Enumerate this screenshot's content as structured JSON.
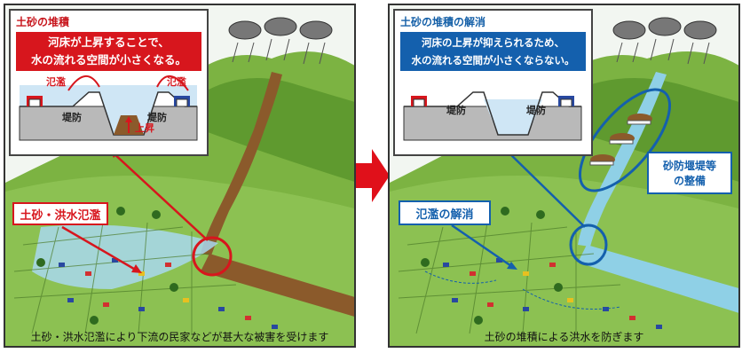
{
  "left": {
    "inset_title": "土砂の堆積",
    "banner_line1": "河床が上昇することで、",
    "banner_line2": "水の流れる空間が小さくなる。",
    "flood_label_left": "氾濫",
    "flood_label_right": "氾濫",
    "levee_left": "堤防",
    "levee_right": "堤防",
    "rise_label": "上昇",
    "callout": "土砂・洪水氾濫",
    "caption": "土砂・洪水氾濫により下流の民家などが甚大な被害を受けます",
    "colors": {
      "accent": "#d7161d"
    }
  },
  "right": {
    "inset_title": "土砂の堆積の解消",
    "banner_line1": "河床の上昇が抑えられるため、",
    "banner_line2": "水の流れる空間が小さくならない。",
    "levee_left": "堤防",
    "levee_right": "堤防",
    "callout_dam_line1": "砂防堰堤等",
    "callout_dam_line2": "の整備",
    "callout_flood": "氾濫の解消",
    "caption": "土砂の堆積による洪水を防ぎます",
    "colors": {
      "accent": "#1460ad"
    }
  },
  "center_arrow": {
    "color": "#e0101a",
    "icon": "right-arrow-icon"
  }
}
